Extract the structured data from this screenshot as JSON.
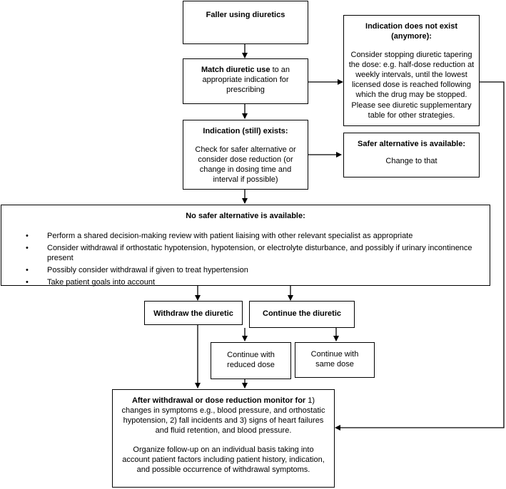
{
  "nodes": {
    "start": {
      "title": "Faller using diuretics"
    },
    "match": {
      "bold": "Match diuretic use",
      "text": " to an appropriate indication for prescribing"
    },
    "no_indication": {
      "title": "Indication does not exist (anymore):",
      "text": "Consider stopping diuretic tapering the dose: e.g. half-dose reduction at weekly intervals, until the lowest licensed dose is reached following which the drug may be stopped. Please see diuretic supplementary table for other strategies."
    },
    "indication_exists": {
      "title": "Indication (still) exists:",
      "text": "Check for safer alternative or consider dose reduction (or change in dosing time and interval if possible)"
    },
    "safer_alt": {
      "title": "Safer alternative is available:",
      "text": "Change to that"
    },
    "no_safer_alt": {
      "title": "No safer alternative is available:",
      "bullets": [
        "Perform a shared decision-making review with patient liaising with other relevant specialist as appropriate",
        "Consider withdrawal if orthostatic hypotension, hypotension, or electrolyte disturbance, and possibly if urinary incontinence present",
        "Possibly consider withdrawal if given to treat hypertension",
        "Take patient goals into account"
      ]
    },
    "withdraw": {
      "title": "Withdraw the diuretic"
    },
    "continue": {
      "title": "Continue the diuretic"
    },
    "reduced": {
      "text": "Continue with reduced dose"
    },
    "same": {
      "text": "Continue with same dose"
    },
    "monitor": {
      "bold": "After withdrawal or dose reduction monitor for",
      "text": " 1) changes in symptoms e.g., blood pressure, and orthostatic hypotension, 2) fall incidents and 3) signs of heart failures and fluid retention, and blood pressure.",
      "followup": "Organize follow-up on an individual basis taking into account patient factors including patient history, indication, and possible occurrence of withdrawal symptoms."
    }
  }
}
